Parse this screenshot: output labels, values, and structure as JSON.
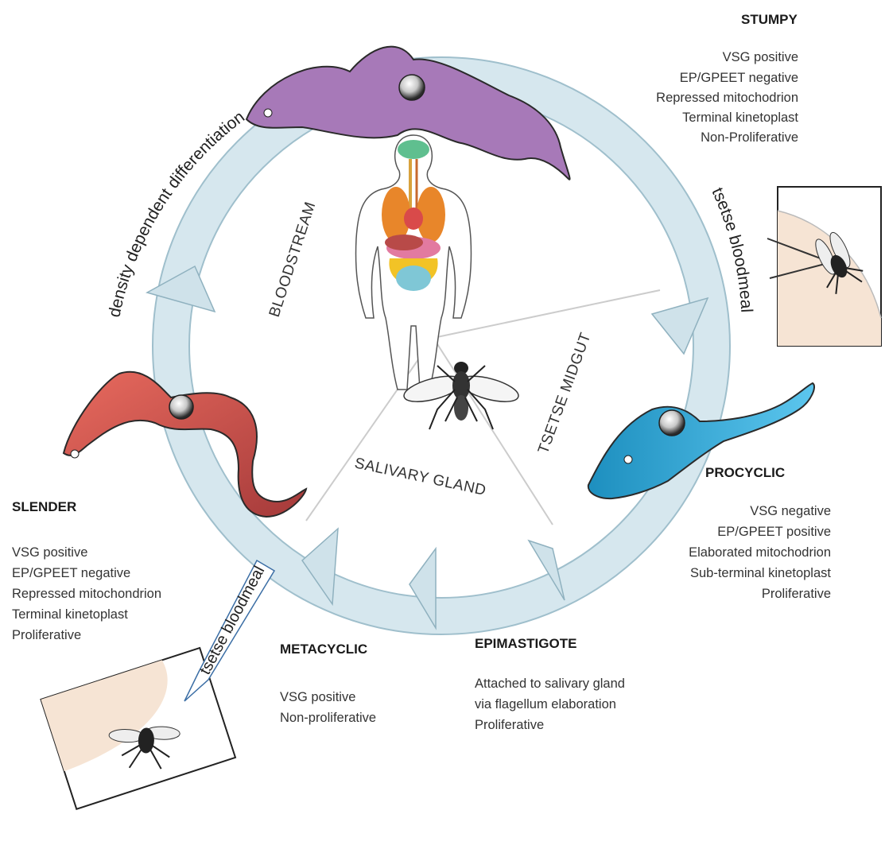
{
  "arc_labels": {
    "density": "density dependent differentiation",
    "tsetse_right": "tsetse bloodmeal",
    "tsetse_left": "tsetse bloodmeal"
  },
  "zones": {
    "bloodstream": "BLOODSTREAM",
    "midgut": "TSETSE MIDGUT",
    "salivary": "SALIVARY GLAND"
  },
  "stages": {
    "stumpy": {
      "title": "STUMPY",
      "props": [
        "VSG positive",
        "EP/GPEET negative",
        "Repressed mitochodrion",
        "Terminal kinetoplast",
        "Non-Proliferative"
      ]
    },
    "procyclic": {
      "title": "PROCYCLIC",
      "props": [
        "VSG negative",
        "EP/GPEET positive",
        "Elaborated mitochodrion",
        "Sub-terminal kinetoplast",
        "Proliferative"
      ]
    },
    "epimastigote": {
      "title": "EPIMASTIGOTE",
      "props": [
        "Attached to salivary gland",
        "via flagellum elaboration",
        "Proliferative"
      ]
    },
    "metacyclic": {
      "title": "METACYCLIC",
      "props": [
        "VSG positive",
        "Non-proliferative"
      ]
    },
    "slender": {
      "title": "SLENDER",
      "props": [
        "VSG positive",
        "EP/GPEET negative",
        "Repressed mitochondrion",
        "Terminal kinetoplast",
        "Proliferative"
      ]
    }
  },
  "colors": {
    "ring": "#d6e7ee",
    "ring_stroke": "#9fbfcc",
    "stumpy": "#a779b8",
    "procyclic": "#2a9fce",
    "slender": "#d9534f",
    "skin_patch": "#f6e4d4"
  }
}
